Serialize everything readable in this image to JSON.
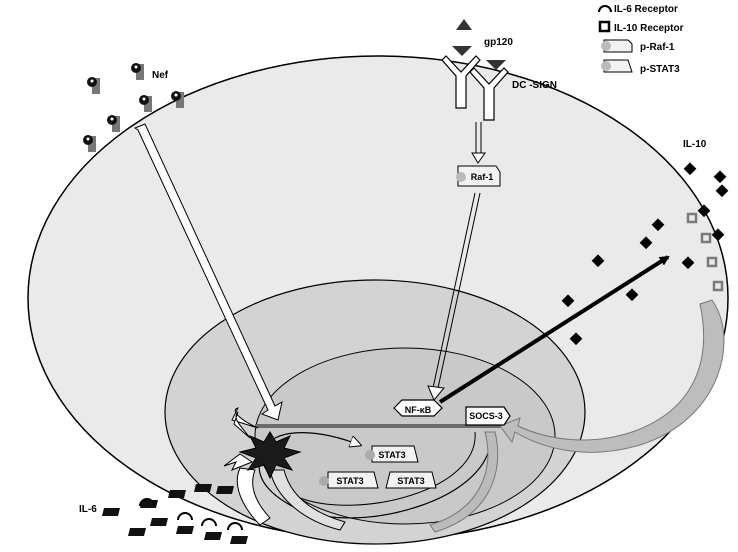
{
  "legend": {
    "il6_receptor": "IL-6 Receptor",
    "il10_receptor": "IL-10 Receptor",
    "p_raf1": "p-Raf-1",
    "p_stat3": "p-STAT3"
  },
  "labels": {
    "nef": "Nef",
    "gp120": "gp120",
    "dc_sign": "DC -SIGN",
    "raf1": "Raf-1",
    "il10": "IL-10",
    "il6": "IL-6",
    "nfkb": "NF-κB",
    "socs3": "SOCS-3",
    "stat3_a": "STAT3",
    "stat3_b": "STAT3",
    "stat3_c": "STAT3"
  },
  "colors": {
    "cell": "#eaeaea",
    "nucleus": "#d3d3d3",
    "inner_nucleus": "#c4c4c4",
    "arrow_fill": "#ffffff",
    "diamond": "#000000",
    "receptor_gray": "#7a7a7a"
  }
}
